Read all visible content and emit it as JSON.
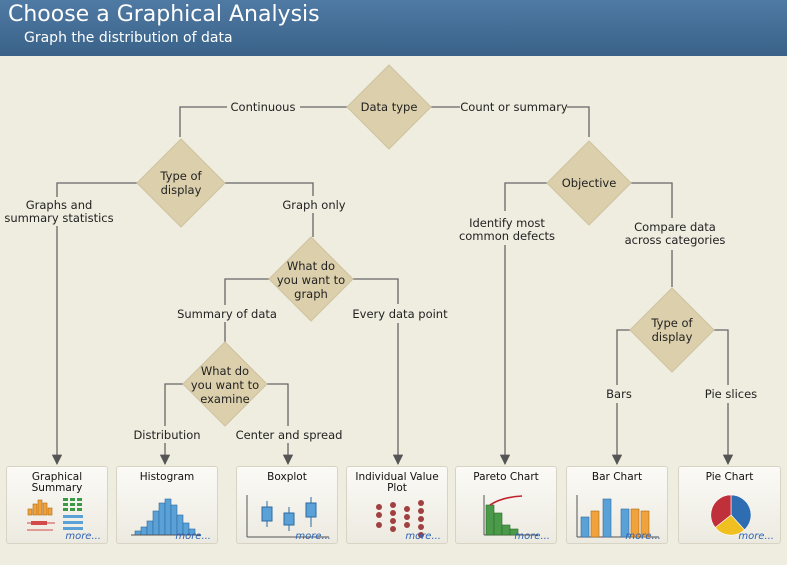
{
  "header": {
    "title": "Choose a Graphical Analysis",
    "subtitle": "Graph the distribution of data"
  },
  "decisions": {
    "data_type": [
      "Data type"
    ],
    "type_of_display_1": [
      "Type of",
      "display"
    ],
    "objective": [
      "Objective"
    ],
    "what_graph": [
      "What do",
      "you want to",
      "graph"
    ],
    "what_examine": [
      "What do",
      "you want to",
      "examine"
    ],
    "type_of_display_2": [
      "Type of",
      "display"
    ]
  },
  "branches": {
    "continuous": "Continuous",
    "count_or_summary": "Count or summary",
    "graphs_and_summary": [
      "Graphs and",
      "summary statistics"
    ],
    "graph_only": "Graph only",
    "identify_defects": [
      "Identify most",
      "common defects"
    ],
    "compare_data": [
      "Compare data",
      "across categories"
    ],
    "summary_of_data": "Summary of data",
    "every_data_point": "Every data point",
    "distribution": "Distribution",
    "center_and_spread": "Center and spread",
    "bars": "Bars",
    "pie_slices": "Pie slices"
  },
  "cards": {
    "graphical_summary": "Graphical\nSummary",
    "histogram": "Histogram",
    "boxplot": "Boxplot",
    "individual_value_plot": "Individual Value\nPlot",
    "pareto_chart": "Pareto Chart",
    "bar_chart": "Bar Chart",
    "pie_chart": "Pie Chart",
    "more_label": "more..."
  },
  "colors": {
    "header_bg": "#3f6790",
    "page_bg": "#efece0",
    "diamond": "#dccfac",
    "connector": "#555555",
    "link": "#2e64b6",
    "histogram_bar": "#5aa1d8",
    "bar_orange": "#f0a23c",
    "bar_blue": "#5aa1d8",
    "boxplot_box": "#5aa1d8",
    "dot_red": "#a04040",
    "pareto_bar": "#4a9a4a",
    "pareto_line": "#c0202c",
    "pie_blue": "#2f6db3",
    "pie_yellow": "#f0c020",
    "pie_red": "#c0303a"
  },
  "icons": [
    "graphical-summary-thumbnail",
    "histogram-thumbnail",
    "boxplot-thumbnail",
    "individual-value-plot-thumbnail",
    "pareto-chart-thumbnail",
    "bar-chart-thumbnail",
    "pie-chart-thumbnail"
  ]
}
